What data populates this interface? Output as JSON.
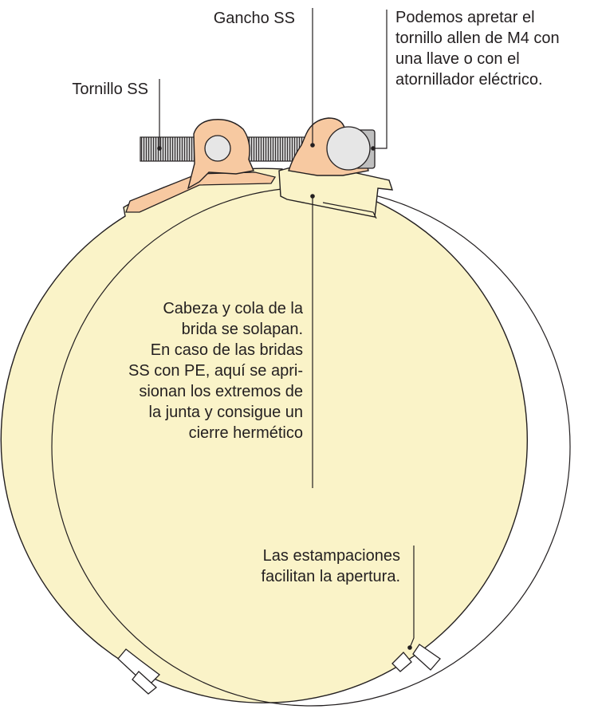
{
  "labels": {
    "gancho": "Gancho SS",
    "apretar": "Podemos apretar el\ntornillo allen de M4 con\nuna llave o con el\natornillador eléctrico.",
    "tornillo": "Tornillo SS",
    "cabeza": "Cabeza y cola de la\nbrida se solapan.\nEn caso de las bridas\nSS con PE, aquí se apri-\nsionan los extremos de\nla junta y consigue un\ncierre hermético",
    "estampaciones": "Las estampaciones\nfacilitan la apertura."
  },
  "colors": {
    "ring_fill": "#faf3c8",
    "ring_stroke": "#231f20",
    "hook_fill": "#f7c9a1",
    "pin_fill": "#e6e6e6",
    "screw_fill": "#bfbfbf",
    "leader_line": "#231f20"
  },
  "icons": {
    "screw": "threaded-screw",
    "pin": "rivet-pin",
    "allen_nut": "allen-nut"
  }
}
